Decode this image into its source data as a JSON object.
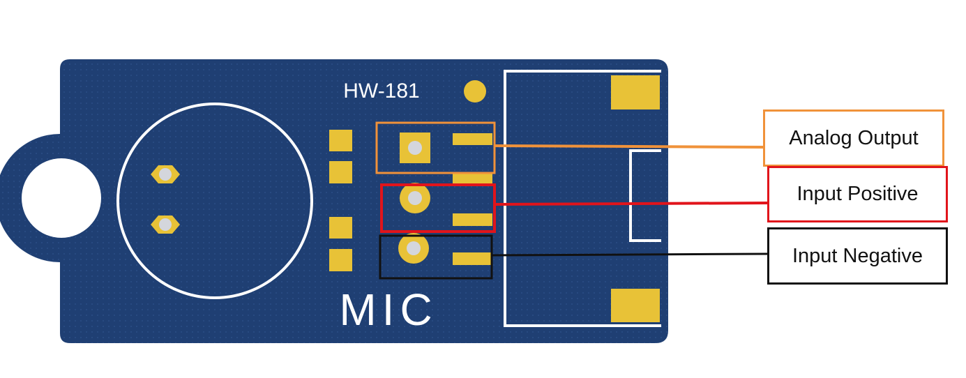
{
  "board": {
    "model_label": "HW-181",
    "mic_label": "MIC"
  },
  "pins": [
    {
      "label": "Analog Output",
      "color": "#f0923a"
    },
    {
      "label": "Input Positive",
      "color": "#e1141b"
    },
    {
      "label": "Input Negative",
      "color": "#111111"
    }
  ],
  "colors": {
    "pcb": "#1f3f73",
    "pad": "#e8c237",
    "silkscreen": "#ffffff"
  }
}
